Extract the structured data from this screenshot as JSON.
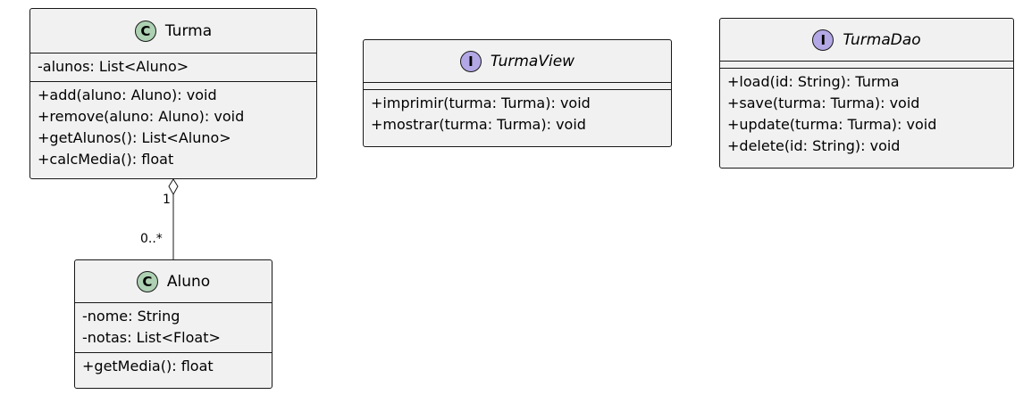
{
  "classes": {
    "turma": {
      "stereotype": "C",
      "name": "Turma",
      "attributes": [
        "-alunos: List<Aluno>"
      ],
      "methods": [
        "+add(aluno: Aluno): void",
        "+remove(aluno: Aluno): void",
        "+getAlunos(): List<Aluno>",
        "+calcMedia(): float"
      ]
    },
    "aluno": {
      "stereotype": "C",
      "name": "Aluno",
      "attributes": [
        "-nome: String",
        "-notas: List<Float>"
      ],
      "methods": [
        "+getMedia(): float"
      ]
    },
    "turmaView": {
      "stereotype": "I",
      "name": "TurmaView",
      "methods": [
        "+imprimir(turma: Turma): void",
        "+mostrar(turma: Turma): void"
      ]
    },
    "turmaDao": {
      "stereotype": "I",
      "name": "TurmaDao",
      "methods": [
        "+load(id: String): Turma",
        "+save(turma: Turma): void",
        "+update(turma: Turma): void",
        "+delete(id: String): void"
      ]
    }
  },
  "relations": {
    "turma_aluno": {
      "type": "aggregation",
      "source_multiplicity": "1",
      "target_multiplicity": "0..*"
    }
  },
  "colors": {
    "class_badge": "#add1b2",
    "interface_badge": "#b4a7e5",
    "box_fill": "#f1f1f1",
    "border": "#181818"
  }
}
